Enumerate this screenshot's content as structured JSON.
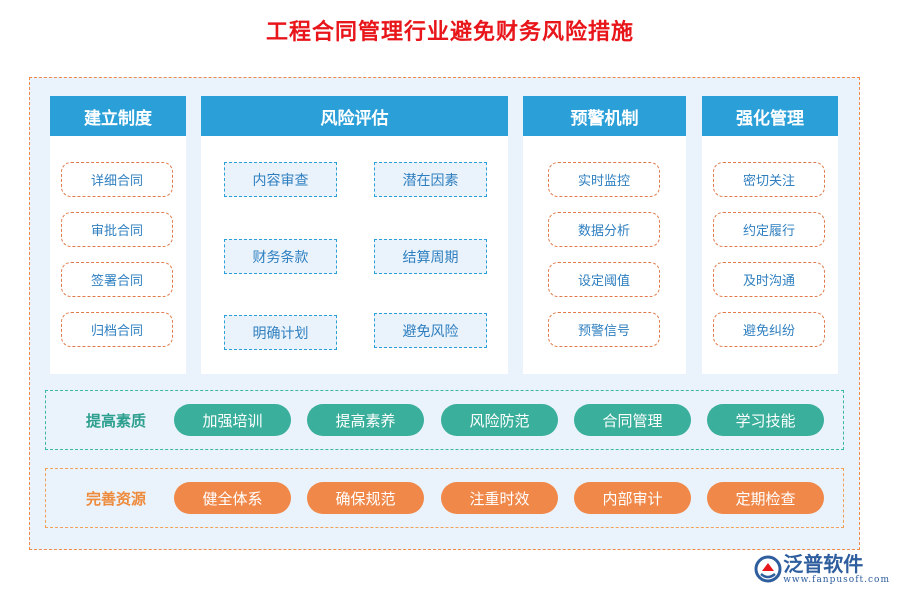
{
  "title": "工程合同管理行业避免财务风险措施",
  "panels": [
    {
      "heading": "建立制度",
      "items": [
        "详细合同",
        "审批合同",
        "签署合同",
        "归档合同"
      ]
    },
    {
      "heading": "风险评估",
      "items": [
        "内容审查",
        "潜在因素",
        "财务条款",
        "结算周期",
        "明确计划",
        "避免风险"
      ]
    },
    {
      "heading": "预警机制",
      "items": [
        "实时监控",
        "数据分析",
        "设定阈值",
        "预警信号"
      ]
    },
    {
      "heading": "强化管理",
      "items": [
        "密切关注",
        "约定履行",
        "及时沟通",
        "避免纠纷"
      ]
    }
  ],
  "rows": [
    {
      "label": "提高素质",
      "chips": [
        "加强培训",
        "提高素养",
        "风险防范",
        "合同管理",
        "学习技能"
      ]
    },
    {
      "label": "完善资源",
      "chips": [
        "健全体系",
        "确保规范",
        "注重时效",
        "内部审计",
        "定期检查"
      ]
    }
  ],
  "brand": {
    "name": "泛普软件",
    "url": "www.fanpusoft.com"
  },
  "colors": {
    "title": "#e8161b",
    "header": "#2b9fd8",
    "green": "#3aaf9c",
    "orange": "#f0884a"
  }
}
